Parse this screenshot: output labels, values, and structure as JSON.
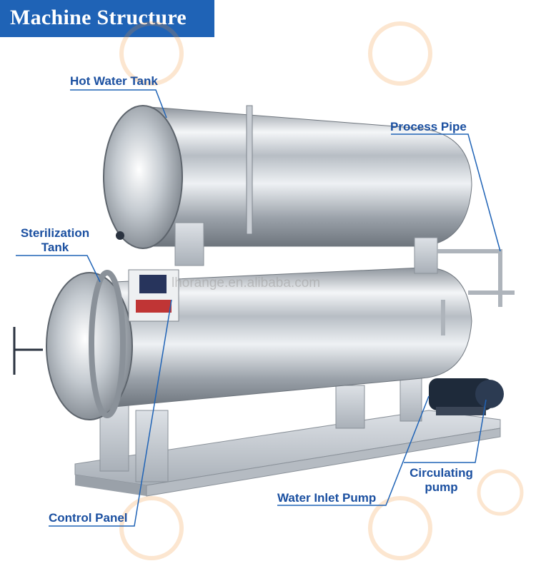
{
  "title": "Machine Structure",
  "labels": {
    "hot_water_tank": "Hot Water Tank",
    "process_pipe": "Process Pipe",
    "sterilization_tank_line1": "Sterilization",
    "sterilization_tank_line2": "Tank",
    "control_panel": "Control Panel",
    "water_inlet_pump": "Water Inlet Pump",
    "circulating_pump_line1": "Circulating",
    "circulating_pump_line2": "pump"
  },
  "watermark": "lhorange.en.alibaba.com",
  "colors": {
    "title_bg": "#1f63b6",
    "label_text": "#1a4fa0",
    "leader_line": "#1f63b6"
  }
}
